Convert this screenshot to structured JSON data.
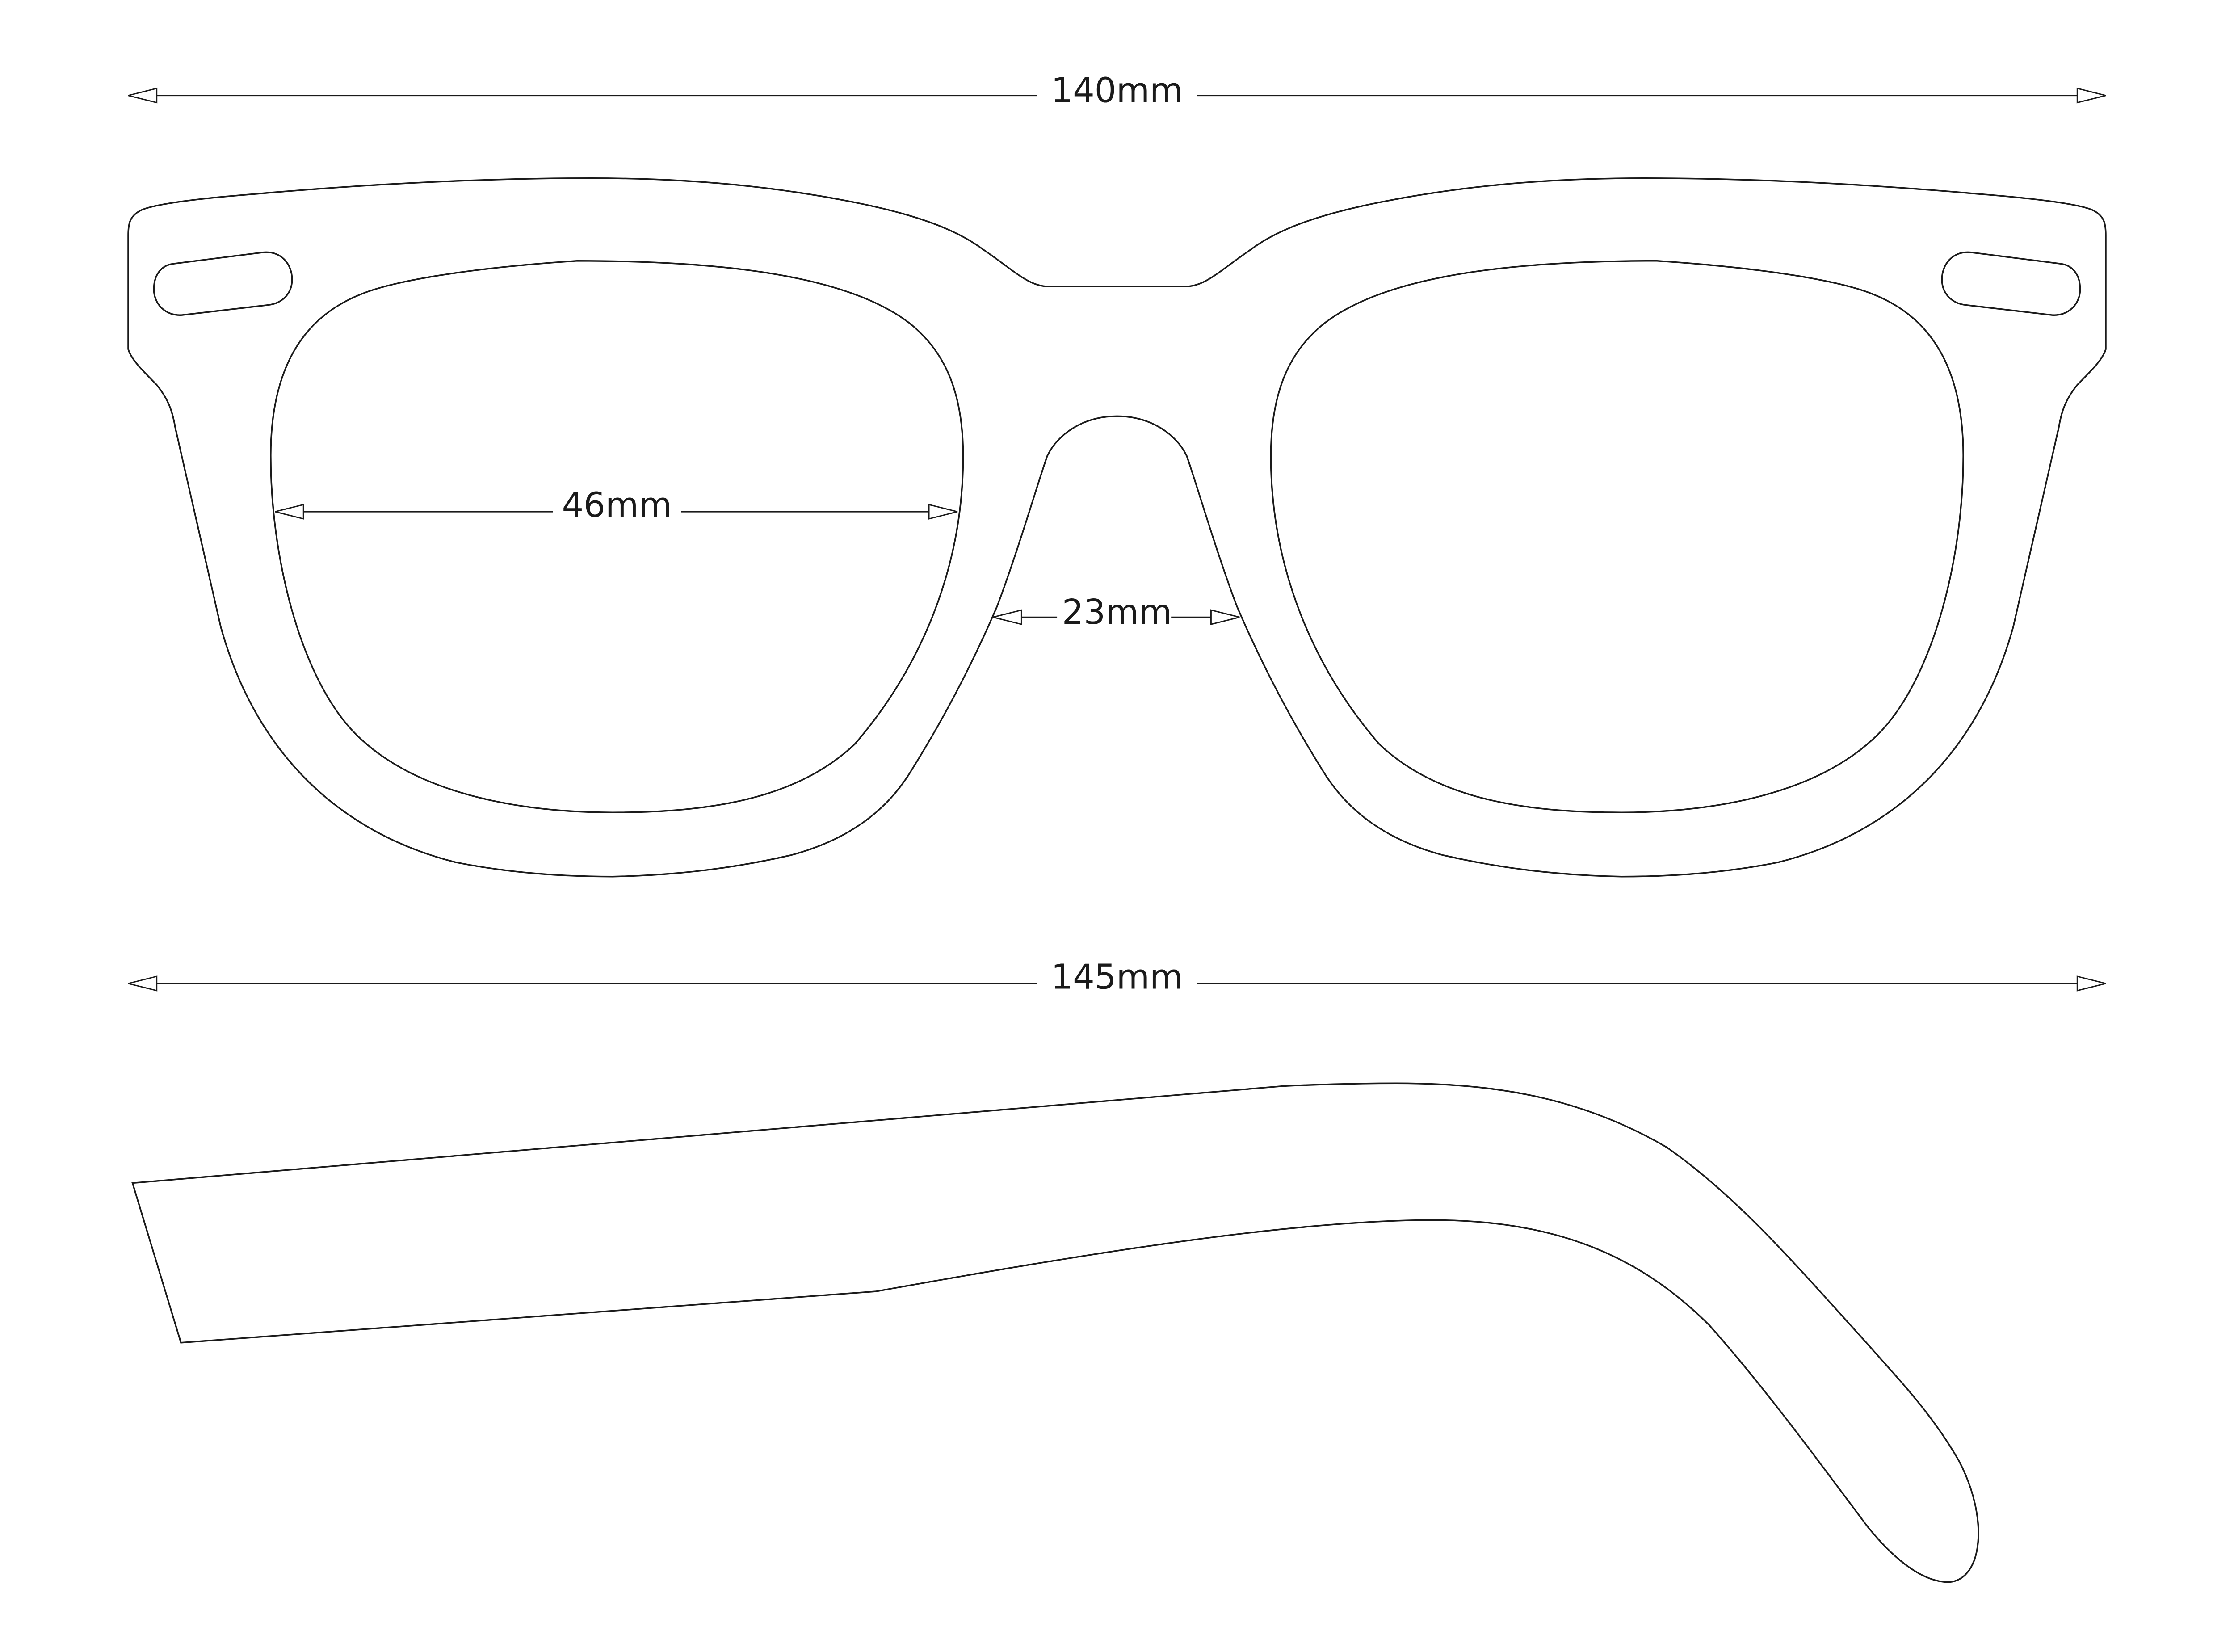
{
  "dimensions": {
    "frame_width": "140mm",
    "lens_width": "46mm",
    "bridge_width": "23mm",
    "temple_length": "145mm"
  },
  "colors": {
    "line": "#1a1a1a",
    "background": "#ffffff"
  }
}
